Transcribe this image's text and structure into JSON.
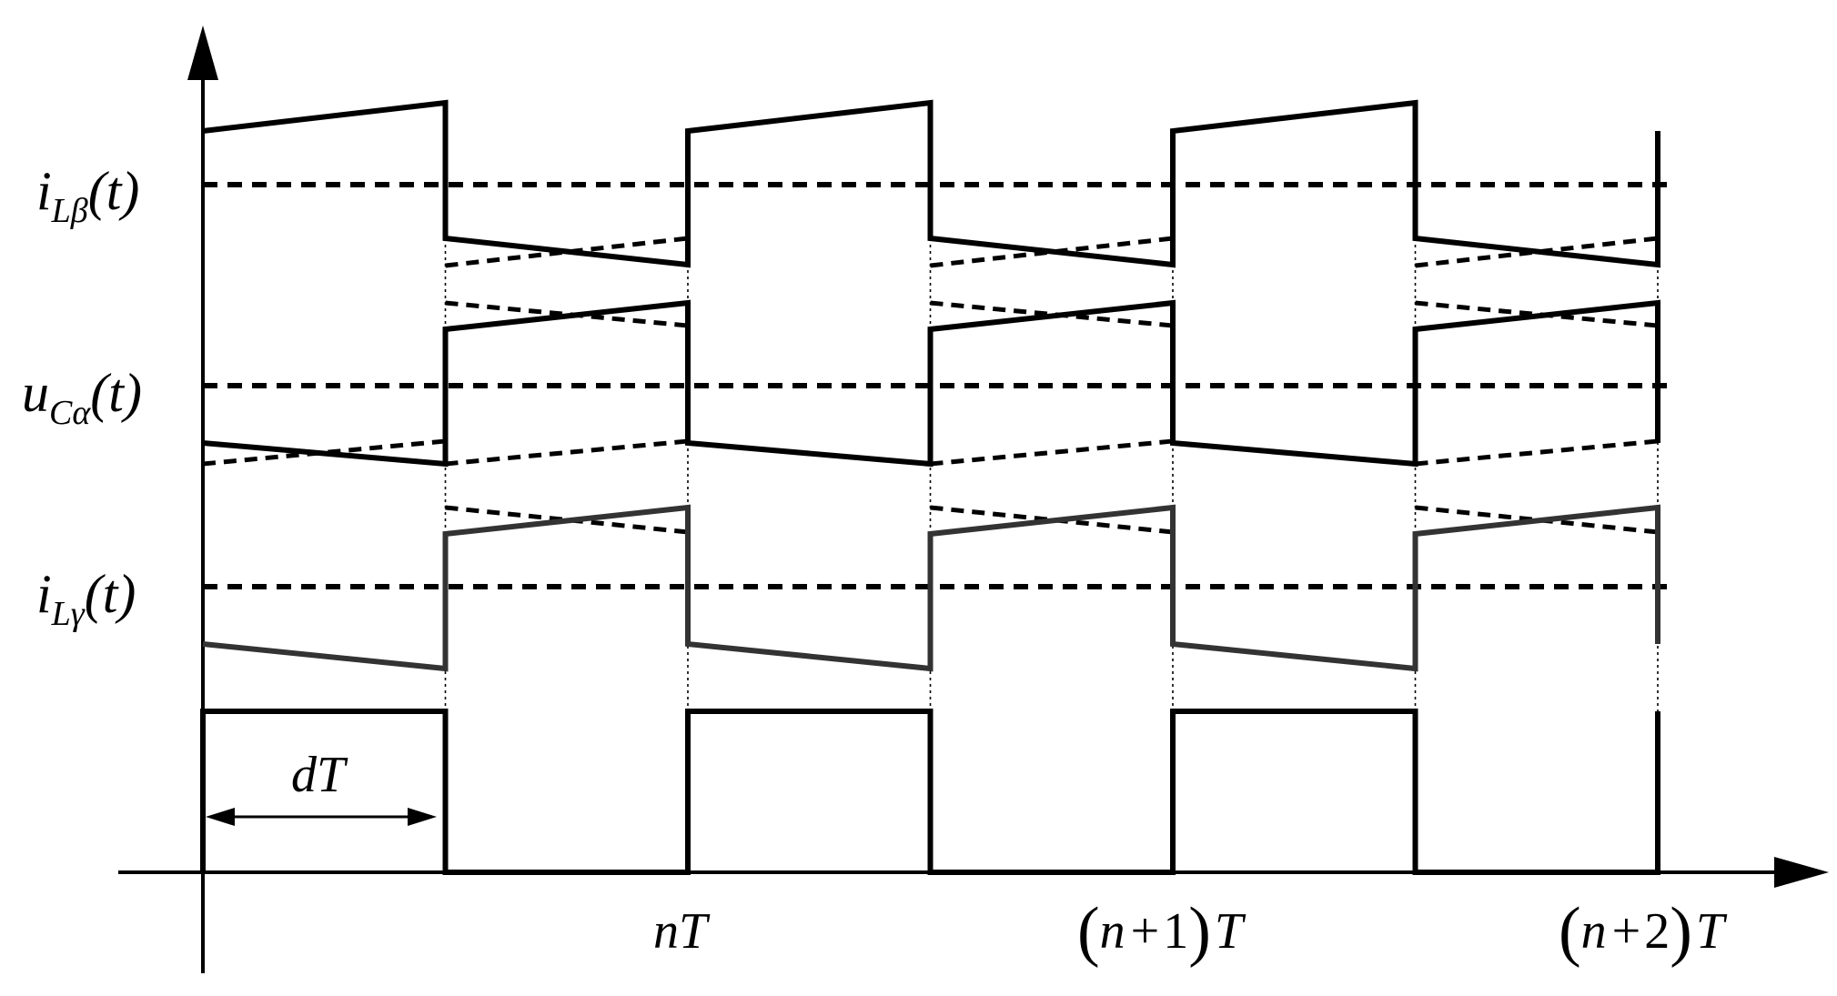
{
  "labels": {
    "i_L_beta": {
      "base": "i",
      "sub": "Lβ",
      "arg": "(t)"
    },
    "u_C_alpha": {
      "base": "u",
      "sub": "Cα",
      "arg": "(t)"
    },
    "i_L_gamma": {
      "base": "i",
      "sub": "Lγ",
      "arg": "(t)"
    }
  },
  "duty": {
    "label": "dT"
  },
  "time_ticks": {
    "nT": {
      "var": "nT"
    },
    "n1T": {
      "open": "(",
      "n": "n",
      "op": "+",
      "num": "1",
      "close": ")",
      "T": "T"
    },
    "n2T": {
      "open": "(",
      "n": "n",
      "op": "+",
      "num": "2",
      "close": ")",
      "T": "T"
    }
  }
}
